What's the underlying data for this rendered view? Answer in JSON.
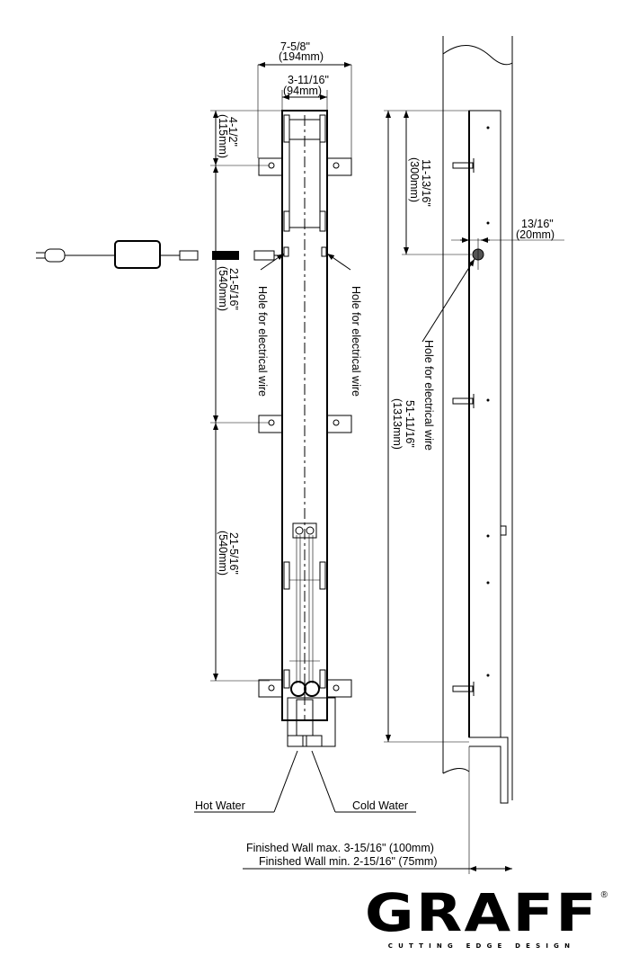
{
  "dimensions": {
    "overall_width": {
      "imperial": "7-5/8\"",
      "metric": "(194mm)"
    },
    "column_width": {
      "imperial": "3-11/16\"",
      "metric": "(94mm)"
    },
    "top_bracket": {
      "imperial": "4-1/2\"",
      "metric": "(115mm)"
    },
    "bracket_spacing_1": {
      "imperial": "21-5/16\"",
      "metric": "(540mm)"
    },
    "bracket_spacing_2": {
      "imperial": "21-5/16\"",
      "metric": "(540mm)"
    },
    "wire_hole_height": {
      "imperial": "11-13/16\"",
      "metric": "(300mm)"
    },
    "wire_hole_offset": {
      "imperial": "13/16\"",
      "metric": "(20mm)"
    },
    "total_height": {
      "imperial": "51-11/16\"",
      "metric": "(1313mm)"
    }
  },
  "labels": {
    "hole_left": "Hole for electrical wire",
    "hole_right": "Hole for electrical wire",
    "hole_side": "Hole for electrical wire",
    "hot_water": "Hot Water",
    "cold_water": "Cold Water",
    "finished_wall_max": "Finished Wall max. 3-15/16\" (100mm)",
    "finished_wall_min": "Finished Wall min. 2-15/16\" (75mm)"
  },
  "logo": {
    "brand": "GRAFF",
    "registered": "®",
    "tagline": "CUTTING EDGE DESIGN"
  }
}
